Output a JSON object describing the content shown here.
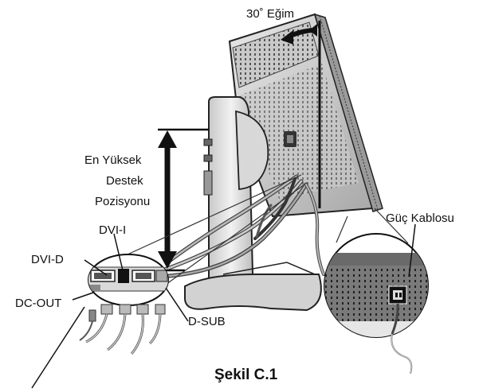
{
  "figure": {
    "caption": "Şekil C.1",
    "labels": {
      "tilt": "30˚ Eğim",
      "height_line1": "En Yüksek",
      "height_line2": "Destek",
      "height_line3": "Pozisyonu",
      "dvi_i": "DVI-I",
      "dvi_d": "DVI-D",
      "dc_out": "DC-OUT",
      "d_sub": "D-SUB",
      "power_cable": "Güç Kablosu"
    }
  }
}
